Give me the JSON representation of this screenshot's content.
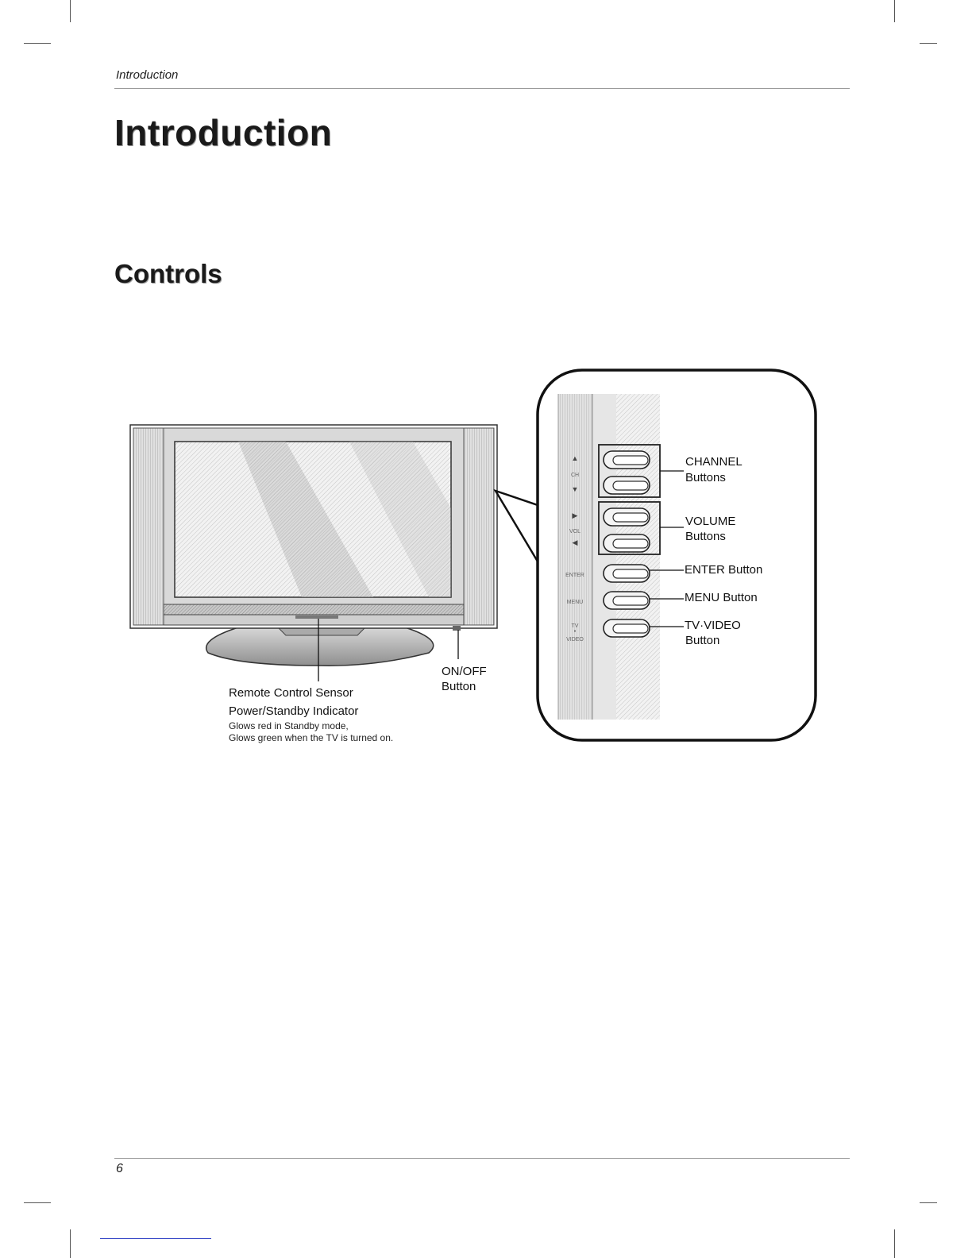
{
  "header": {
    "running_title": "Introduction"
  },
  "page_title": "Introduction",
  "section_title": "Controls",
  "tv_callouts": {
    "remote_sensor": "Remote Control Sensor",
    "power_indicator": "Power/Standby Indicator",
    "indicator_note_red": "Glows red in Standby mode,",
    "indicator_note_green": "Glows green when the TV is turned on.",
    "onoff_line1": "ON/OFF",
    "onoff_line2": "Button"
  },
  "panel_labels": {
    "ch": "CH",
    "vol": "VOL",
    "enter": "ENTER",
    "menu": "MENU",
    "tv": "TV",
    "video": "VIDEO"
  },
  "panel_callouts": {
    "channel_line1": "CHANNEL",
    "channel_line2": "Buttons",
    "volume_line1": "VOLUME",
    "volume_line2": "Buttons",
    "enter": "ENTER Button",
    "menu": "MENU Button",
    "tvvideo_line1": "TV·VIDEO",
    "tvvideo_line2": "Button"
  },
  "footer": {
    "page_number": "6"
  }
}
